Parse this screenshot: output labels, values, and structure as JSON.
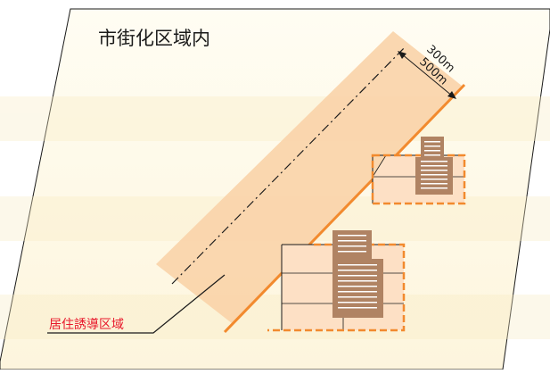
{
  "diagram": {
    "area_title": "市街化区域内",
    "zone_label": "居住誘導区域",
    "distance_inner": "300m",
    "distance_outer": "500m"
  },
  "colors": {
    "land_fill": "#fdf7e4",
    "land_outline": "#1a1a1a",
    "band_fill": "#fad3a8",
    "boundary_line": "#f28a2e",
    "building": "#b08363",
    "building_window": "#ffffff",
    "lot_fill": "#fde0c5",
    "zone_label_color": "#e8192c"
  }
}
